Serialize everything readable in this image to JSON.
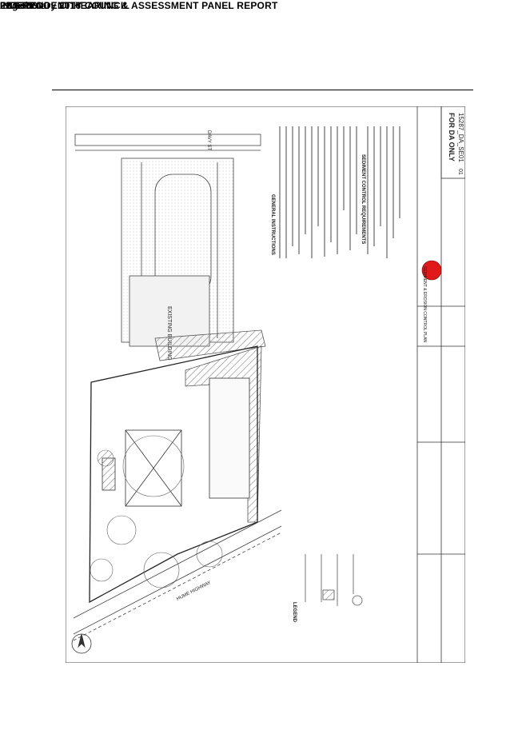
{
  "header": {
    "council": "LIVERPOOL CITY COUNCIL",
    "page": "Page 66",
    "report_title": "INDEPENDENT HEARING & ASSESSMENT PANEL REPORT",
    "date": "22 February 2016"
  },
  "drawing": {
    "street_top": "DAVY ST",
    "street_bottom": "HUME HIGHWAY",
    "existing_building": "EXISTING BUILDING",
    "general_notes_title": "GENERAL INSTRUCTIONS",
    "requirements_title": "SEDIMENT CONTROL REQUIREMENTS",
    "plan_title": "SEDIMENT & EROSION CONTROL PLAN",
    "legend_title": "LEGEND",
    "stamp": "FOR DA ONLY",
    "drawing_number": "15287_DA_SE01",
    "revision": "01"
  },
  "colors": {
    "stamp_dot": "#e0191a",
    "line": "#333333",
    "hatch": "#777777"
  }
}
